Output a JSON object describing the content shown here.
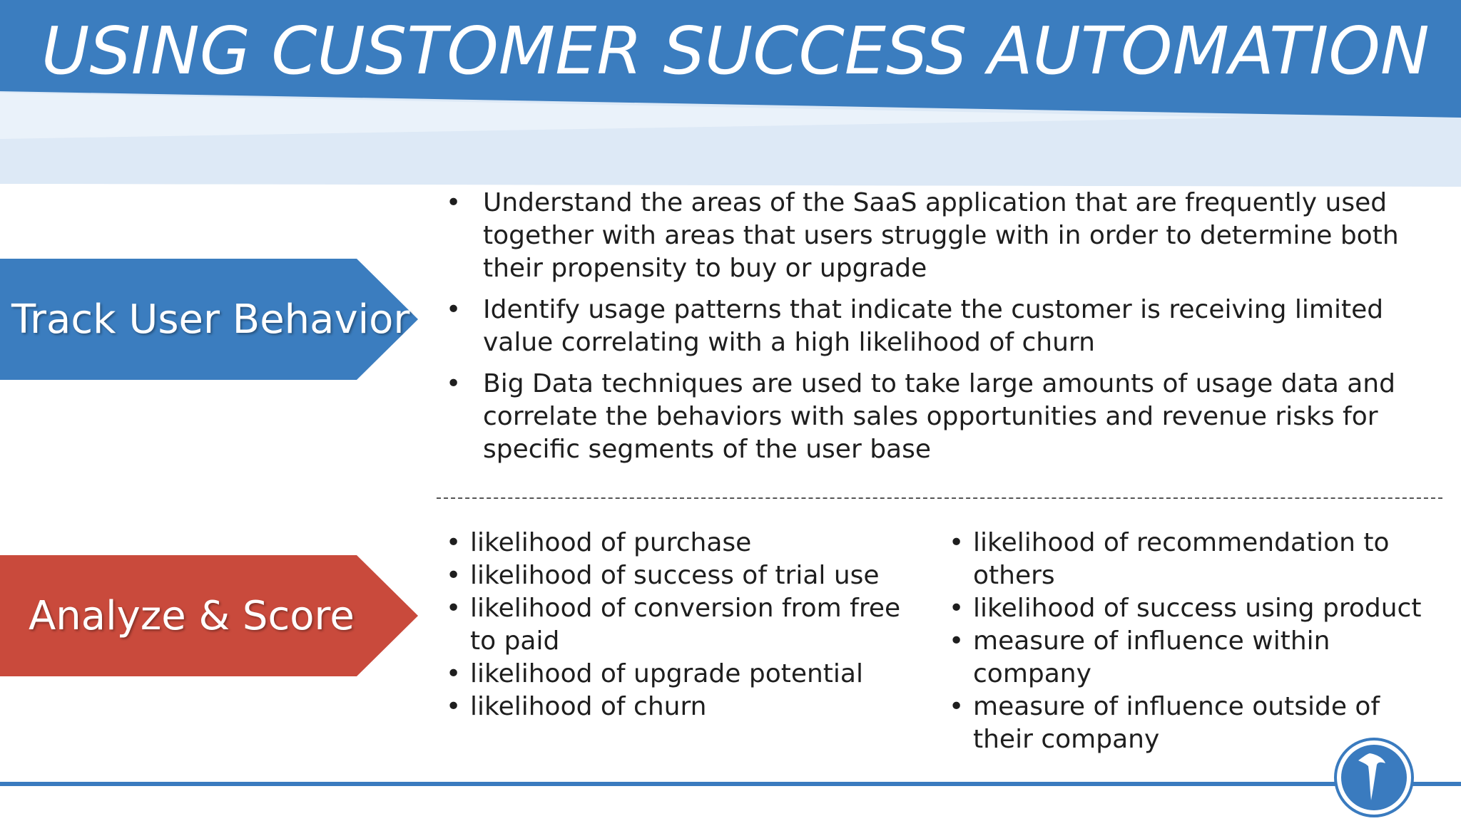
{
  "header": {
    "title": "USING CUSTOMER SUCCESS AUTOMATION"
  },
  "sections": {
    "track": {
      "label": "Track User Behavior",
      "bullets": [
        "Understand the areas of the SaaS application that are frequently used together with areas that users struggle with in order to determine both their propensity to buy or upgrade",
        "Identify usage patterns that indicate the customer is receiving limited value correlating with a high likelihood of churn",
        "Big Data techniques are used to take large amounts of usage data and correlate the behaviors with sales opportunities and revenue risks for specific segments of the user base"
      ]
    },
    "analyze": {
      "label": "Analyze & Score",
      "left_bullets": [
        "likelihood of purchase",
        "likelihood of success of trial use",
        "likelihood of conversion from free to paid",
        "likelihood of upgrade potential",
        "likelihood of churn"
      ],
      "right_bullets": [
        "likelihood of recommendation to others",
        "likelihood of success using product",
        "measure of influence within company",
        "measure of influence outside of their company"
      ]
    }
  },
  "colors": {
    "header_blue": "#3b7dbf",
    "header_light": "#dce9f6",
    "track_blue": "#3b7dbf",
    "analyze_red": "#c94a3c",
    "footer_blue": "#3a7bbf"
  },
  "icons": {
    "logo": "bird-logo-icon"
  }
}
